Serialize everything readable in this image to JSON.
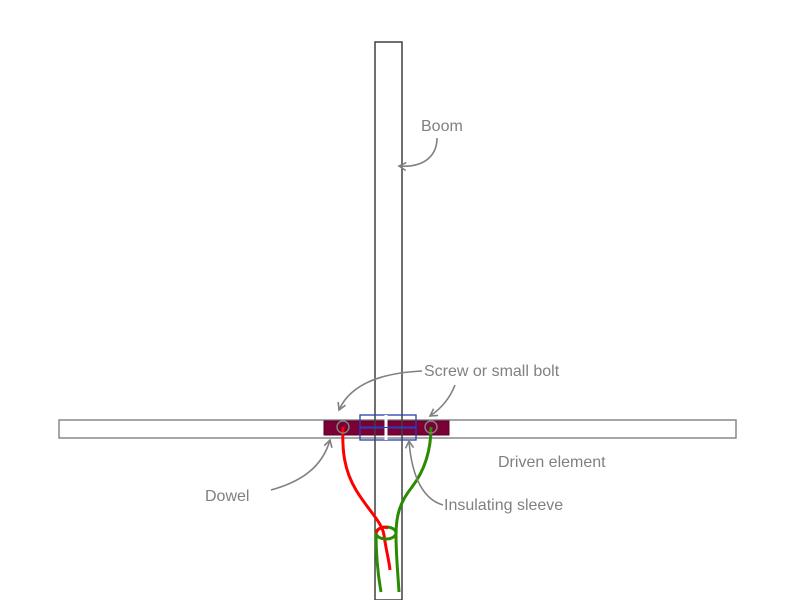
{
  "labels": {
    "boom": "Boom",
    "screw": "Screw or small bolt",
    "driven_element": "Driven element",
    "dowel": "Dowel",
    "insulating_sleeve": "Insulating sleeve"
  },
  "colors": {
    "label_text": "#808080",
    "outline": "#404040",
    "callout": "#808080",
    "dowel": "#7a0035",
    "sleeve": "#2b3fae",
    "wire_red": "#ff0000",
    "wire_green": "#2a8a00"
  }
}
